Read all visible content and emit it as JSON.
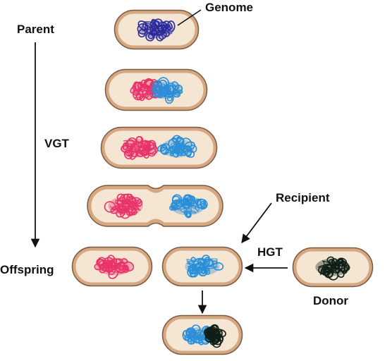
{
  "labels": {
    "genome": "Genome",
    "parent": "Parent",
    "vgt": "VGT",
    "offspring": "Offspring",
    "recipient": "Recipient",
    "hgt": "HGT",
    "donor": "Donor"
  },
  "colors": {
    "cell_outline": "#7a5a42",
    "cell_wall": "#d6a882",
    "cell_fill": "#f5e5d3",
    "genome_navy": "#2a2a9c",
    "genome_pink": "#e8336a",
    "genome_blue": "#2a8fd8",
    "genome_black": "#0f1f18",
    "arrow": "#111111"
  }
}
